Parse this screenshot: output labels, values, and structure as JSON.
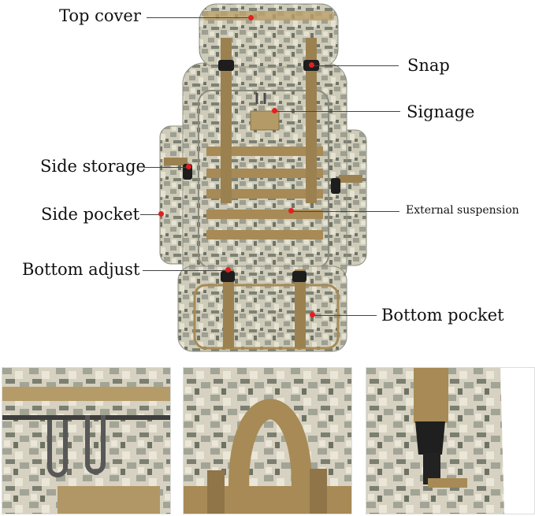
{
  "labels": {
    "top_cover": "Top cover",
    "snap": "Snap",
    "signage": "Signage",
    "side_storage": "Side storage",
    "side_pocket": "Side pocket",
    "external_suspension": "External suspension",
    "bottom_adjust": "Bottom adjust",
    "bottom_pocket": "Bottom pocket"
  },
  "colors": {
    "camo_light": "#d9d4c2",
    "camo_mid": "#a9aa9c",
    "camo_dark": "#6f7466",
    "strap": "#a78a55",
    "marker": "#e02020"
  }
}
